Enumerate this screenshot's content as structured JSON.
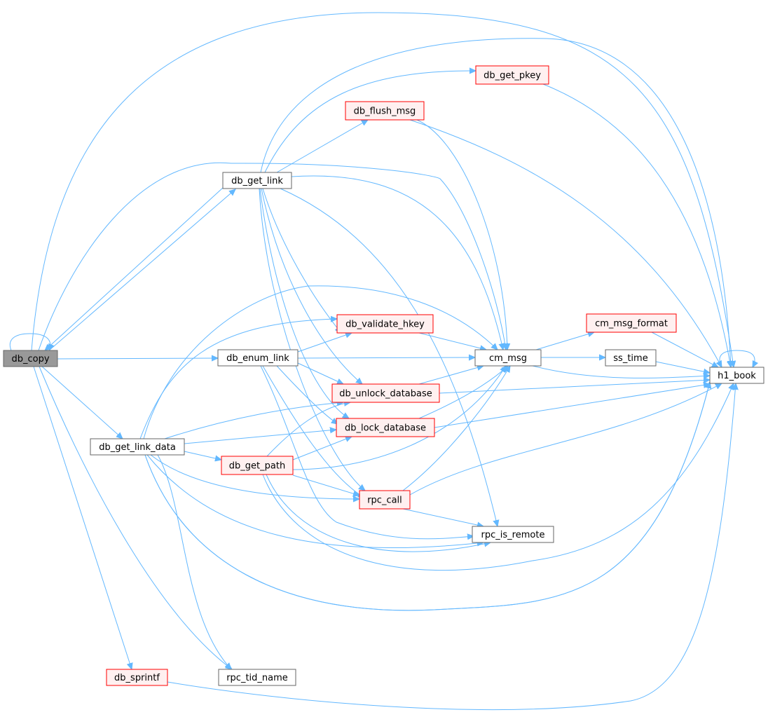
{
  "colors": {
    "edge": "#63b8ff",
    "root_fill": "#999999",
    "root_stroke": "#666666",
    "plain_fill": "#ffffff",
    "plain_stroke": "#666666",
    "linked_fill": "#fff0f0",
    "linked_stroke": "#ff0000"
  },
  "nodes": [
    {
      "id": "db_copy",
      "label": "db_copy",
      "style": "root"
    },
    {
      "id": "db_get_link",
      "label": "db_get_link",
      "style": "plain"
    },
    {
      "id": "db_enum_link",
      "label": "db_enum_link",
      "style": "plain"
    },
    {
      "id": "db_get_link_data",
      "label": "db_get_link_data",
      "style": "plain"
    },
    {
      "id": "db_sprintf",
      "label": "db_sprintf",
      "style": "linked"
    },
    {
      "id": "rpc_tid_name",
      "label": "rpc_tid_name",
      "style": "plain"
    },
    {
      "id": "db_get_pkey",
      "label": "db_get_pkey",
      "style": "linked"
    },
    {
      "id": "db_flush_msg",
      "label": "db_flush_msg",
      "style": "linked"
    },
    {
      "id": "db_validate_hkey",
      "label": "db_validate_hkey",
      "style": "linked"
    },
    {
      "id": "db_unlock_database",
      "label": "db_unlock_database",
      "style": "linked"
    },
    {
      "id": "db_lock_database",
      "label": "db_lock_database",
      "style": "linked"
    },
    {
      "id": "db_get_path",
      "label": "db_get_path",
      "style": "linked"
    },
    {
      "id": "rpc_call",
      "label": "rpc_call",
      "style": "linked"
    },
    {
      "id": "cm_msg",
      "label": "cm_msg",
      "style": "plain"
    },
    {
      "id": "rpc_is_remote",
      "label": "rpc_is_remote",
      "style": "plain"
    },
    {
      "id": "cm_msg_format",
      "label": "cm_msg_format",
      "style": "linked"
    },
    {
      "id": "ss_time",
      "label": "ss_time",
      "style": "plain"
    },
    {
      "id": "h1_book",
      "label": "h1_book",
      "style": "plain"
    }
  ],
  "edges": [
    {
      "from": "db_copy",
      "to": "db_copy"
    },
    {
      "from": "db_copy",
      "to": "h1_book"
    },
    {
      "from": "db_copy",
      "to": "cm_msg"
    },
    {
      "from": "db_copy",
      "to": "db_get_link"
    },
    {
      "from": "db_copy",
      "to": "db_enum_link"
    },
    {
      "from": "db_copy",
      "to": "db_get_link_data"
    },
    {
      "from": "db_copy",
      "to": "db_sprintf"
    },
    {
      "from": "db_copy",
      "to": "rpc_tid_name"
    },
    {
      "from": "db_get_link",
      "to": "db_copy"
    },
    {
      "from": "db_get_link",
      "to": "db_get_pkey"
    },
    {
      "from": "db_get_link",
      "to": "db_flush_msg"
    },
    {
      "from": "db_get_link",
      "to": "h1_book"
    },
    {
      "from": "db_get_link",
      "to": "cm_msg"
    },
    {
      "from": "db_get_link",
      "to": "db_validate_hkey"
    },
    {
      "from": "db_get_link",
      "to": "db_unlock_database"
    },
    {
      "from": "db_get_link",
      "to": "db_lock_database"
    },
    {
      "from": "db_get_link",
      "to": "rpc_call"
    },
    {
      "from": "db_get_link",
      "to": "rpc_is_remote"
    },
    {
      "from": "db_enum_link",
      "to": "db_validate_hkey"
    },
    {
      "from": "db_enum_link",
      "to": "cm_msg"
    },
    {
      "from": "db_enum_link",
      "to": "db_unlock_database"
    },
    {
      "from": "db_enum_link",
      "to": "db_lock_database"
    },
    {
      "from": "db_enum_link",
      "to": "rpc_call"
    },
    {
      "from": "db_enum_link",
      "to": "rpc_is_remote"
    },
    {
      "from": "db_get_link_data",
      "to": "db_validate_hkey"
    },
    {
      "from": "db_get_link_data",
      "to": "cm_msg"
    },
    {
      "from": "db_get_link_data",
      "to": "h1_book"
    },
    {
      "from": "db_get_link_data",
      "to": "db_unlock_database"
    },
    {
      "from": "db_get_link_data",
      "to": "db_lock_database"
    },
    {
      "from": "db_get_link_data",
      "to": "db_get_path"
    },
    {
      "from": "db_get_link_data",
      "to": "rpc_call"
    },
    {
      "from": "db_get_link_data",
      "to": "rpc_is_remote"
    },
    {
      "from": "db_get_link_data",
      "to": "rpc_tid_name"
    },
    {
      "from": "db_get_link_data",
      "to": "h1_book"
    },
    {
      "from": "db_get_path",
      "to": "db_unlock_database"
    },
    {
      "from": "db_get_path",
      "to": "db_lock_database"
    },
    {
      "from": "db_get_path",
      "to": "cm_msg"
    },
    {
      "from": "db_get_path",
      "to": "rpc_call"
    },
    {
      "from": "db_get_path",
      "to": "rpc_is_remote"
    },
    {
      "from": "db_get_path",
      "to": "h1_book"
    },
    {
      "from": "db_get_pkey",
      "to": "h1_book"
    },
    {
      "from": "db_flush_msg",
      "to": "cm_msg"
    },
    {
      "from": "db_flush_msg",
      "to": "h1_book"
    },
    {
      "from": "db_validate_hkey",
      "to": "cm_msg"
    },
    {
      "from": "db_unlock_database",
      "to": "cm_msg"
    },
    {
      "from": "db_unlock_database",
      "to": "h1_book"
    },
    {
      "from": "db_lock_database",
      "to": "cm_msg"
    },
    {
      "from": "db_lock_database",
      "to": "h1_book"
    },
    {
      "from": "rpc_call",
      "to": "cm_msg"
    },
    {
      "from": "rpc_call",
      "to": "h1_book"
    },
    {
      "from": "rpc_call",
      "to": "rpc_is_remote"
    },
    {
      "from": "cm_msg",
      "to": "cm_msg_format"
    },
    {
      "from": "cm_msg",
      "to": "ss_time"
    },
    {
      "from": "cm_msg",
      "to": "h1_book"
    },
    {
      "from": "cm_msg_format",
      "to": "h1_book"
    },
    {
      "from": "ss_time",
      "to": "h1_book"
    },
    {
      "from": "h1_book",
      "to": "h1_book"
    },
    {
      "from": "db_sprintf",
      "to": "h1_book"
    }
  ]
}
